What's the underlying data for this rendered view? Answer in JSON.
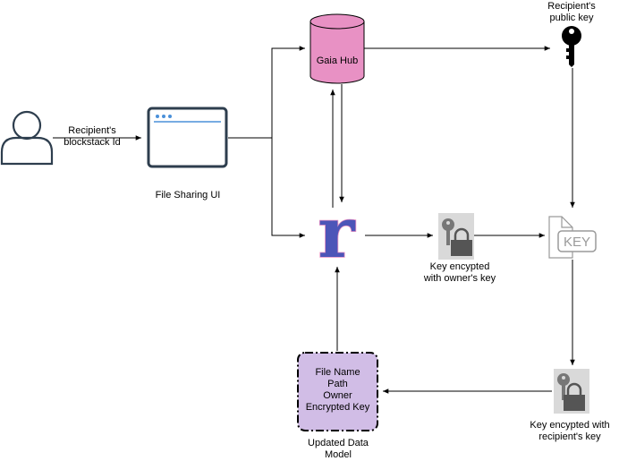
{
  "labels": {
    "recipient_id": [
      "Recipient's",
      "blockstack Id"
    ],
    "file_sharing_ui": "File Sharing UI",
    "gaia_hub": "Gaia Hub",
    "recipient_public_key": [
      "Recipient's",
      "public key"
    ],
    "key_owner": [
      "Key encypted",
      "with owner's key"
    ],
    "key_recipient": [
      "Key encypted with",
      "recipient's key"
    ],
    "key_doc_text": "KEY",
    "radiks_glyph": "r",
    "data_model_fields": [
      "File Name",
      "Path",
      "Owner",
      "Encrypted Key"
    ],
    "updated_data_model": [
      "Updated Data",
      "Model"
    ]
  },
  "colors": {
    "line": "#000000",
    "user_stroke": "#2e3e4e",
    "db_fill": "#e891c4",
    "model_fill": "#d1bde6",
    "radiks_fill": "#4c55b8",
    "radiks_outline": "#e891c4",
    "lock_bg": "#d9d9d9",
    "lock_body": "#555555",
    "key_doc": "#9a9a9a"
  },
  "icons": [
    "user-icon",
    "browser-window-icon",
    "database-icon",
    "key-icon",
    "radiks-logo-icon",
    "key-lock-icon",
    "key-document-icon"
  ]
}
